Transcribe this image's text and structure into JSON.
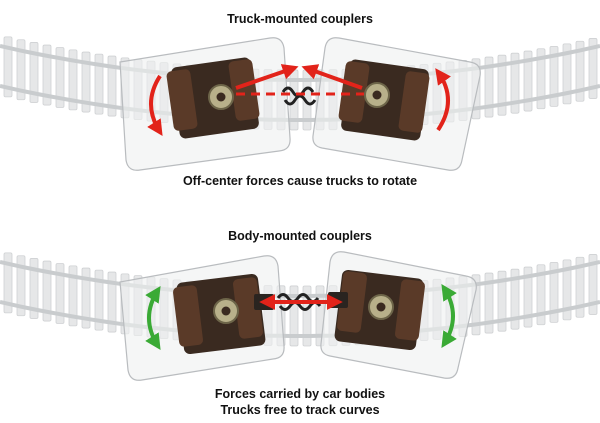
{
  "top_panel": {
    "title": "Truck-mounted couplers",
    "caption": "Off-center forces cause trucks to rotate",
    "arrow_color": "#e2231a"
  },
  "bottom_panel": {
    "title": "Body-mounted couplers",
    "caption_line1": "Forces carried by car bodies",
    "caption_line2": "Trucks free to track curves",
    "force_arrow_color": "#e2231a",
    "rotation_arrow_color": "#3aaa35"
  },
  "colors": {
    "rail": "#c9ccce",
    "tie": "#e6e7e8",
    "car_body": "#eef0f0",
    "truck": "#3a2a20",
    "wheel": "#5a3a28",
    "bearing": "#b8b08a"
  }
}
